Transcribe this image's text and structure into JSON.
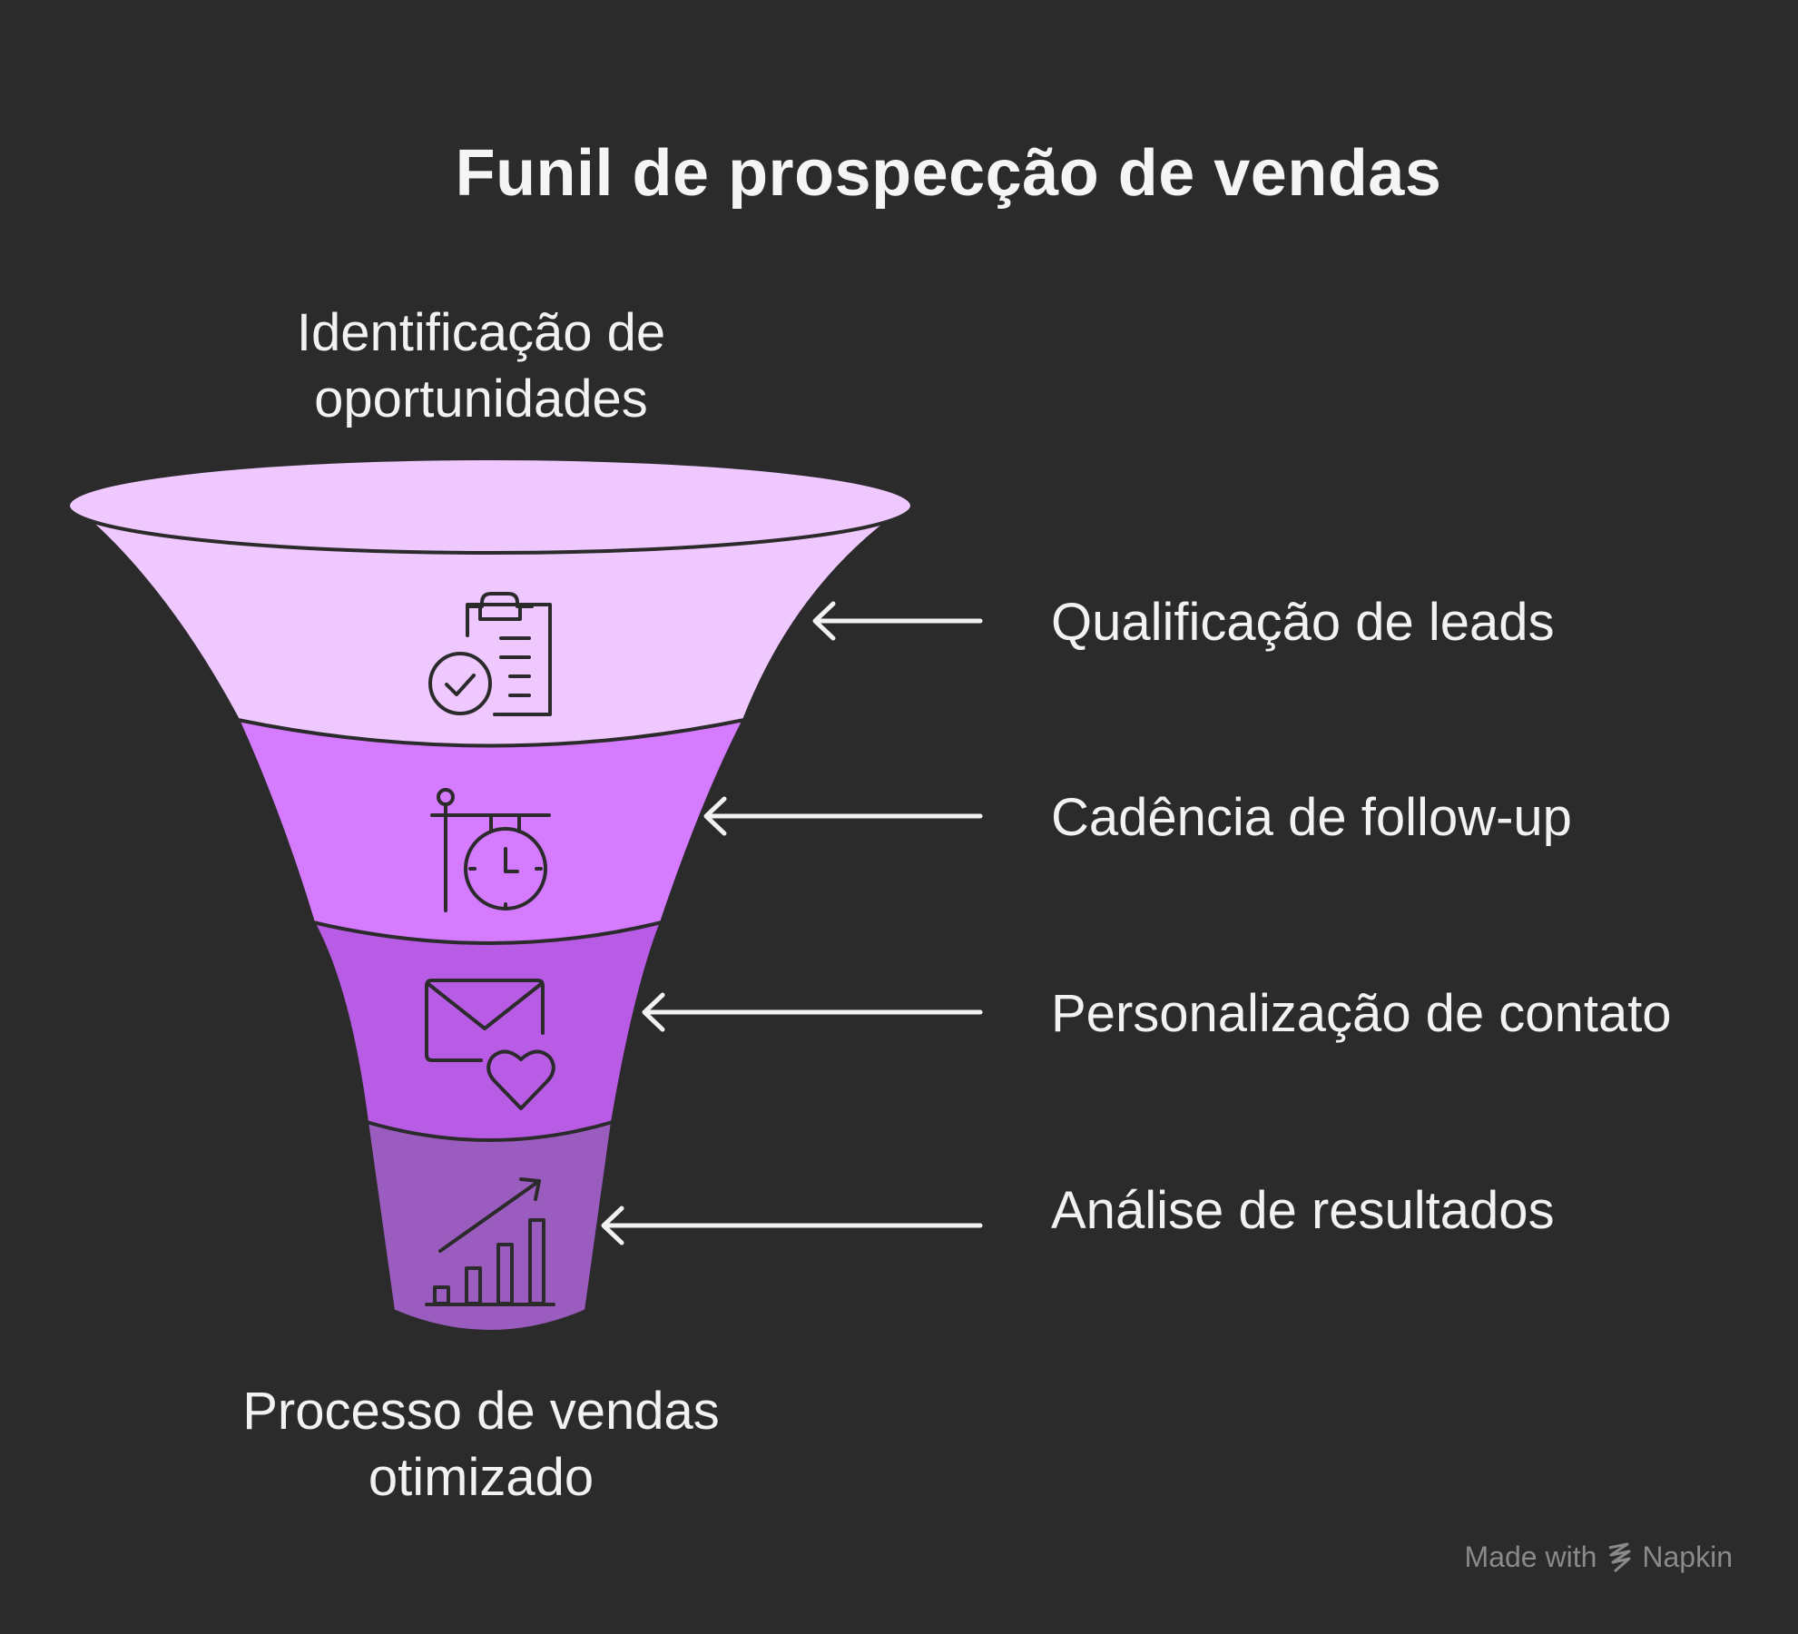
{
  "title": "Funil de prospecção de vendas",
  "top_label": [
    "Identificação de",
    "oportunidades"
  ],
  "bottom_label": [
    "Processo de vendas",
    "otimizado"
  ],
  "colors": {
    "background": "#2b2b2b",
    "stage1": "#eec8ff",
    "stage2": "#d57bfe",
    "stage3": "#b85ce6",
    "stage4": "#9b5cbf",
    "outline": "#2b2b2b",
    "text": "#f2f2f2"
  },
  "stages": [
    {
      "label": "Qualificação de leads",
      "icon": "clipboard-check-icon"
    },
    {
      "label": "Cadência de follow-up",
      "icon": "hanging-clock-icon"
    },
    {
      "label": "Personalização de contato",
      "icon": "envelope-heart-icon"
    },
    {
      "label": "Análise de resultados",
      "icon": "growth-chart-icon"
    }
  ],
  "footer": {
    "made_with": "Made with",
    "brand": "Napkin"
  }
}
